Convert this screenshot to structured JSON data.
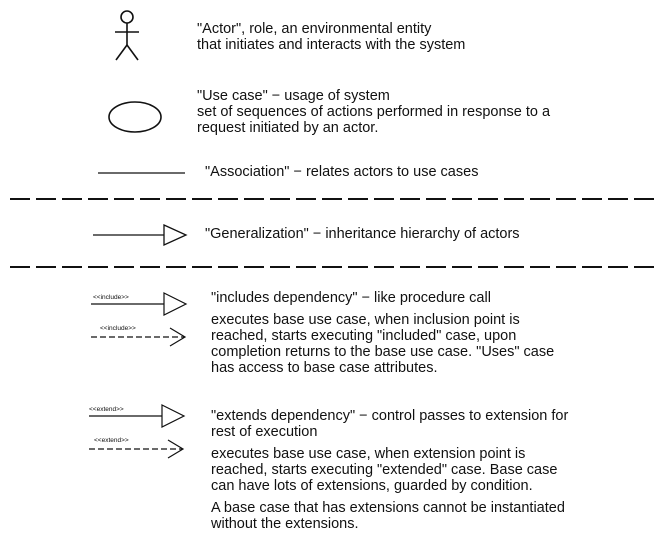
{
  "legend": {
    "actor": {
      "symbol": "stick-figure-icon",
      "lines": [
        "\"Actor\", role, an environmental entity",
        "that initiates and interacts with the system"
      ]
    },
    "use_case": {
      "symbol": "ellipse-icon",
      "lines": [
        "\"Use case\" − usage of system",
        "set of sequences of actions performed in response to a",
        "request initiated by an actor."
      ]
    },
    "association": {
      "symbol": "solid-line",
      "lines": [
        "\"Association\" − relates actors to use cases"
      ]
    },
    "generalization": {
      "symbol": "hollow-triangle-arrow-icon",
      "lines": [
        "\"Generalization\" − inheritance hierarchy of actors"
      ]
    },
    "includes": {
      "stereotype": "<<include>>",
      "lines": [
        "\"includes dependency\" − like procedure call"
      ],
      "detail_lines": [
        "executes base use case, when inclusion point is",
        "reached, starts executing \"included\" case, upon",
        "completion returns to the base use case. \"Uses\" case",
        "has access to base case attributes."
      ]
    },
    "extends": {
      "stereotype": "<<extend>>",
      "lines": [
        "\"extends dependency\" − control passes to extension for",
        "rest of execution"
      ],
      "detail_lines": [
        "executes base use case, when extension point is",
        "reached, starts executing \"extended\" case. Base case",
        "can have lots of extensions, guarded by condition."
      ],
      "note_lines": [
        "A base case that has extensions cannot be instantiated",
        "without the extensions."
      ]
    }
  }
}
